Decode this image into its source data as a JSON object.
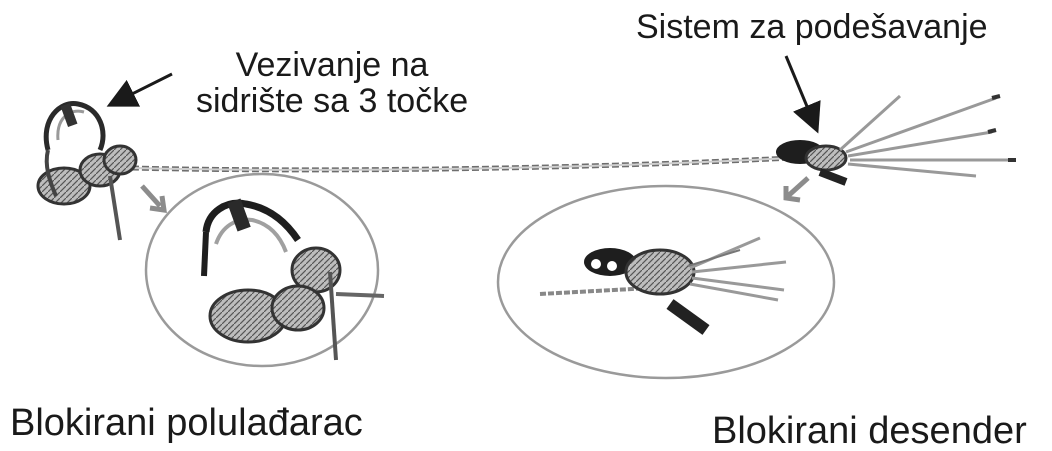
{
  "labels": {
    "anchor_line1": "Vezivanje na",
    "anchor_line2": "sidrište sa 3 točke",
    "adjust": "Sistem za podešavanje",
    "munter": "Blokirani polulađarac",
    "descender": "Blokirani desender"
  },
  "colors": {
    "ink": "#1a1a1a",
    "rope": "#8a8a8a",
    "pointer_arrow": "#8c8c8c",
    "ellipse_stroke": "#9a9a9a"
  }
}
